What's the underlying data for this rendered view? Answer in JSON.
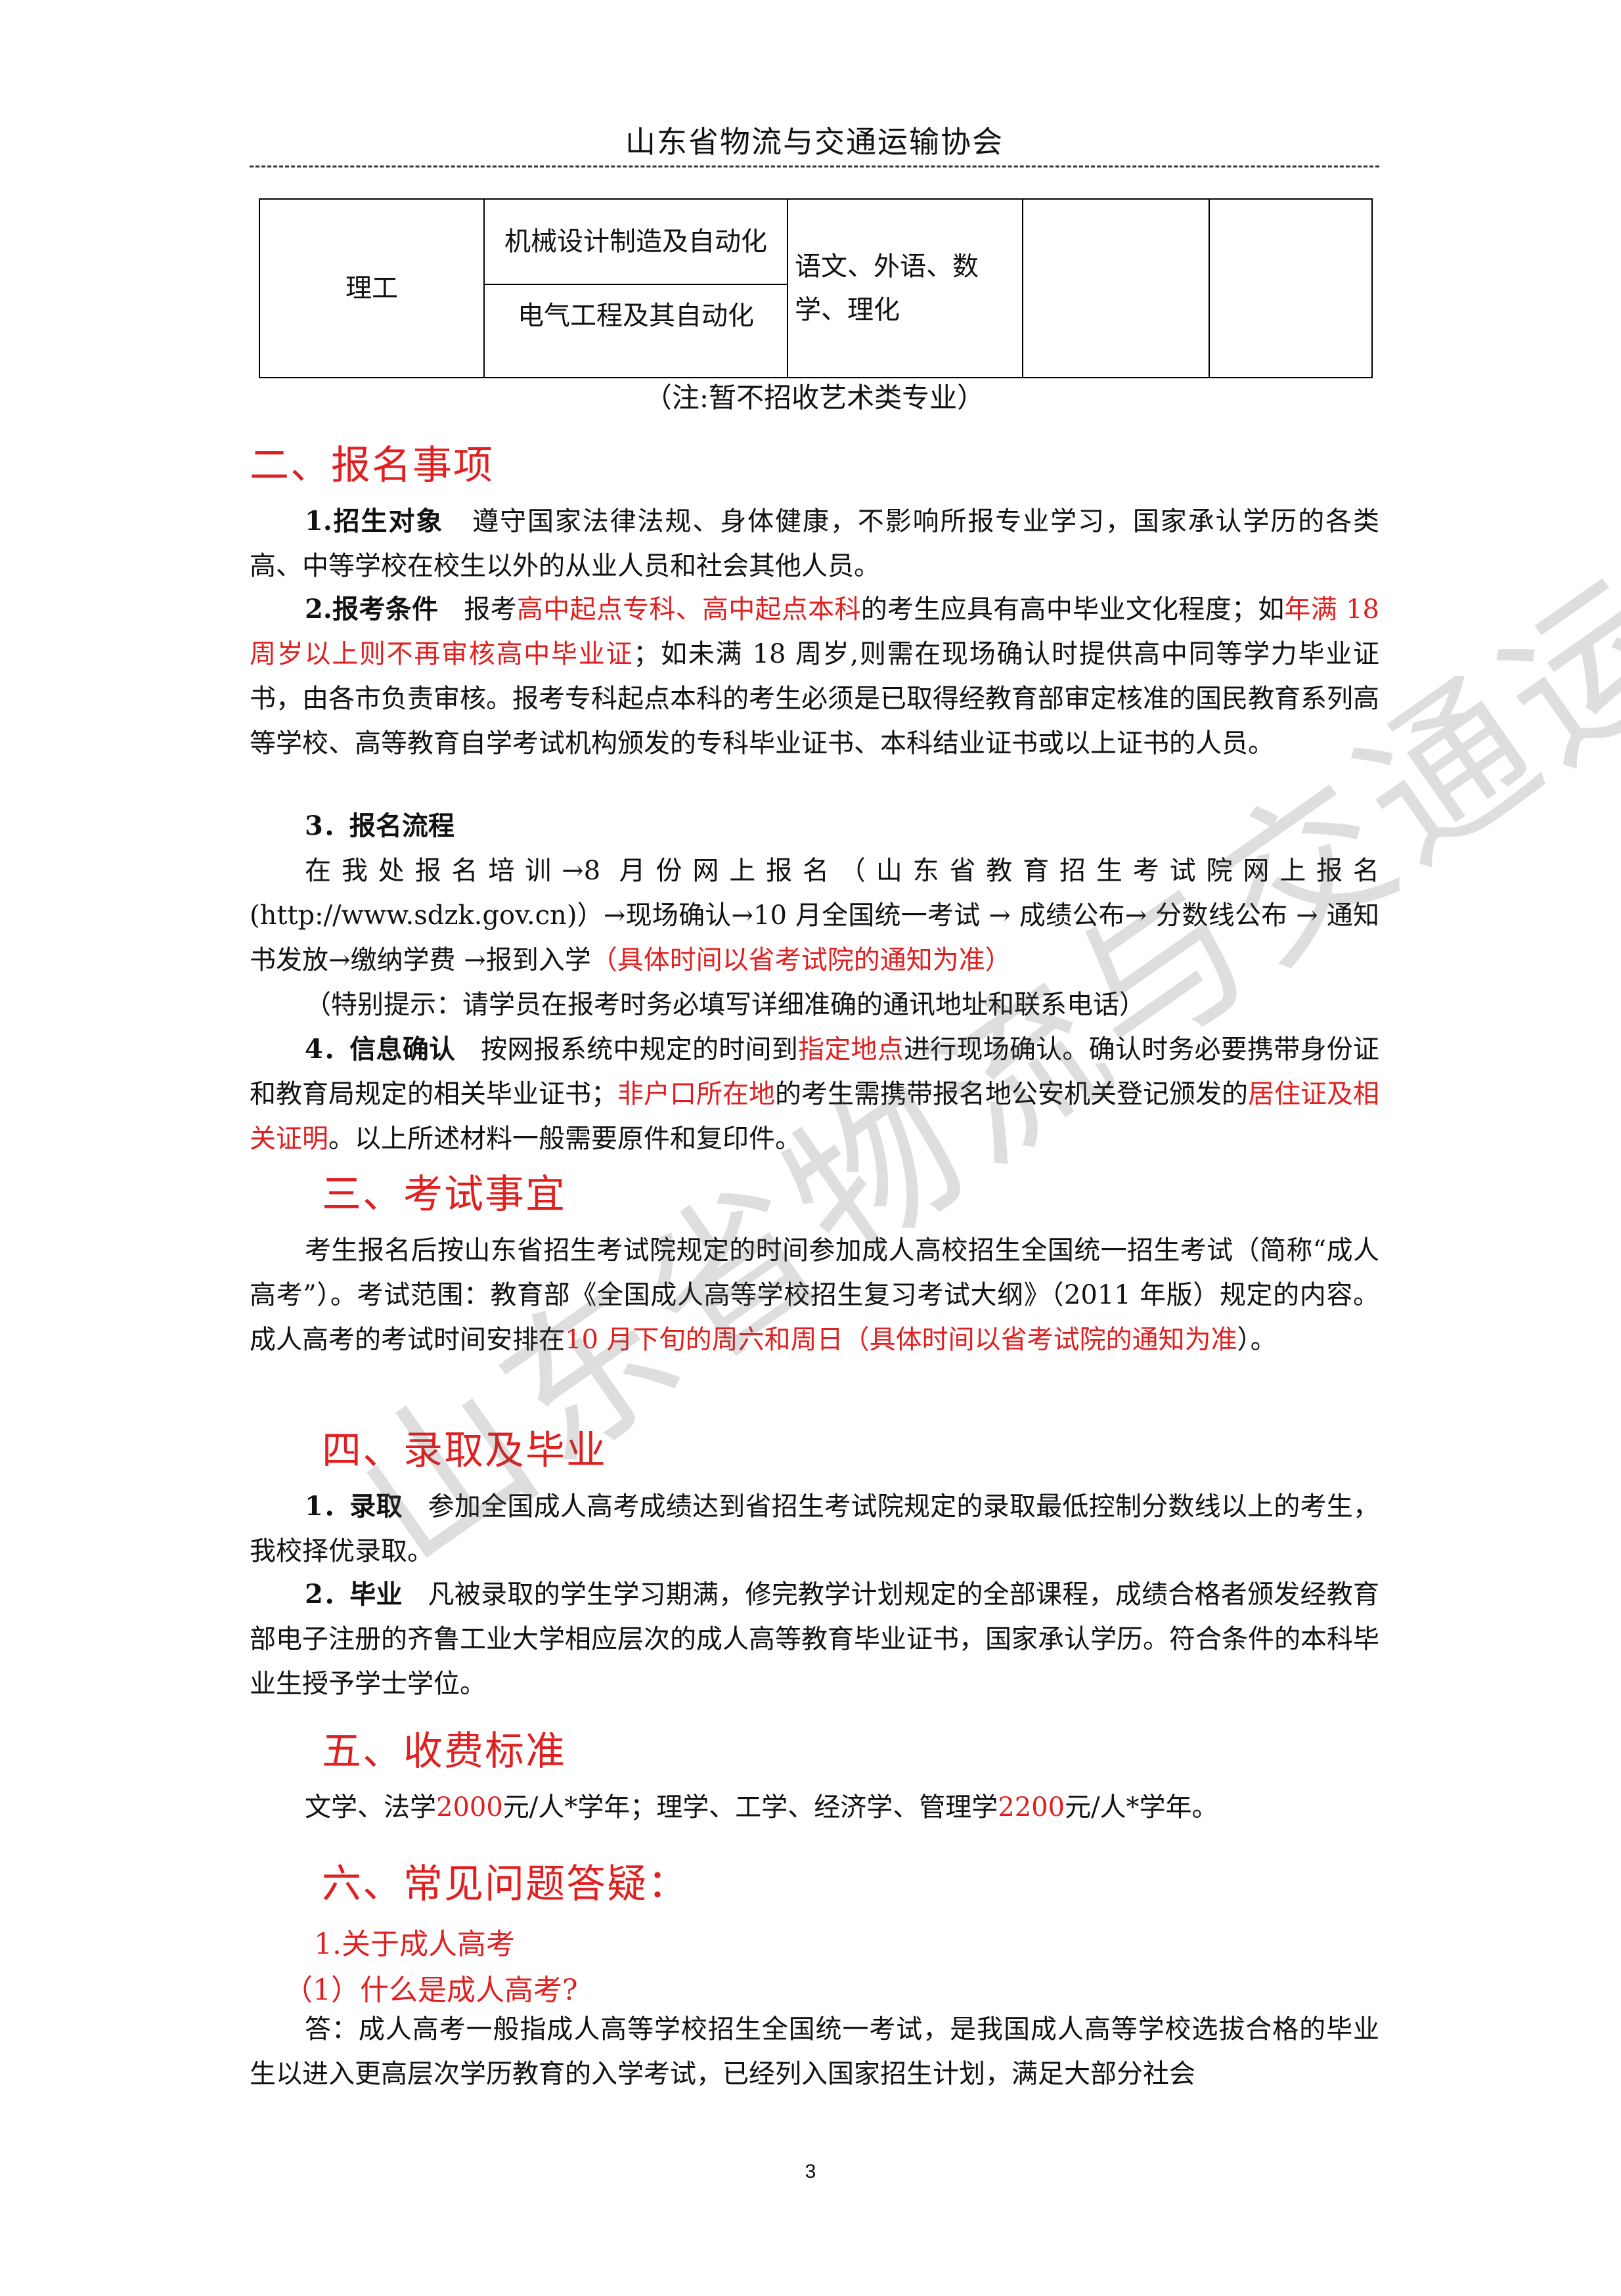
{
  "header": {
    "title": "山东省物流与交通运输协会"
  },
  "table": {
    "category": "理工",
    "majors": [
      "机械设计制造及自动化",
      "电气工程及其自动化"
    ],
    "subjects": "语文、外语、数学、理化"
  },
  "note": "（注:暂不招收艺术类专业）",
  "sections": {
    "s2_title": "二、报名事项",
    "s2_p1_label": "1.招生对象",
    "s2_p1_text": "遵守国家法律法规、身体健康，不影响所报专业学习，国家承认学历的各类高、中等学校在校生以外的从业人员和社会其他人员。",
    "s2_p2_label": "2.报考条件",
    "s2_p2_t1": "报考",
    "s2_p2_red1": "高中起点专科、高中起点本科",
    "s2_p2_t2": "的考生应具有高中毕业文化程度；如",
    "s2_p2_red2": "年满 18 周岁以上则不再审核高中毕业证",
    "s2_p2_t3": "；如未满 18 周岁,则需在现场确认时提供高中同等学力毕业证书，由各市负责审核。报考专科起点本科的考生必须是已取得经教育部审定核准的国民教育系列高等学校、高等教育自学考试机构颁发的专科毕业证书、本科结业证书或以上证书的人员。",
    "s2_p3_label": "3．报名流程",
    "s2_p3_text": "在我处报名培训→8 月份网上报名（山东省教育招生考试院网上报名(http://www.sdzk.gov.cn)）→现场确认→10 月全国统一考试 → 成绩公布→ 分数线公布 → 通知书发放→缴纳学费 →报到入学",
    "s2_p3_red": "（具体时间以省考试院的通知为准）",
    "s2_p3_tip": "（特别提示：请学员在报考时务必填写详细准确的通讯地址和联系电话）",
    "s2_p4_label": "4．信息确认",
    "s2_p4_t1": "按网报系统中规定的时间到",
    "s2_p4_red1": "指定地点",
    "s2_p4_t2": "进行现场确认。确认时务必要携带身份证和教育局规定的相关毕业证书；",
    "s2_p4_red2": "非户口所在地",
    "s2_p4_t3": "的考生需携带报名地公安机关登记颁发的",
    "s2_p4_red3": "居住证及相关证明",
    "s2_p4_t4": "。以上所述材料一般需要原件和复印件。",
    "s3_title": "三、考试事宜",
    "s3_t1": "考生报名后按山东省招生考试院规定的时间参加成人高校招生全国统一招生考试（简称“成人高考”）。考试范围：教育部《全国成人高等学校招生复习考试大纲》（2011 年版）规定的内容。成人高考的考试时间安排在",
    "s3_red": "10 月下旬的周六和周日（具体时间以省考试院的通知为准",
    "s3_t2": "）。",
    "s4_title": "四、录取及毕业",
    "s4_p1_label": "1．录取",
    "s4_p1_text": "参加全国成人高考成绩达到省招生考试院规定的录取最低控制分数线以上的考生，我校择优录取。",
    "s4_p2_label": "2．毕业",
    "s4_p2_text": "凡被录取的学生学习期满，修完教学计划规定的全部课程，成绩合格者颁发经教育部电子注册的齐鲁工业大学相应层次的成人高等教育毕业证书，国家承认学历。符合条件的本科毕业生授予学士学位。",
    "s5_title": "五、收费标准",
    "s5_t1": "文学、法学",
    "s5_red1": "2000",
    "s5_t2": "元/人*学年；理学、工学、经济学、管理学",
    "s5_red2": "2200",
    "s5_t3": "元/人*学年。",
    "s6_title": "六、常见问题答疑：",
    "s6_sub1": "1.关于成人高考",
    "s6_q1": "（1）什么是成人高考?",
    "s6_a1": "答：成人高考一般指成人高等学校招生全国统一考试，是我国成人高等学校选拔合格的毕业生以进入更高层次学历教育的入学考试，已经列入国家招生计划，满足大部分社会"
  },
  "page_number": "3",
  "watermark": "山东省物流与交通运输协会",
  "colors": {
    "accent_red": "#e02020",
    "text": "#111111"
  }
}
